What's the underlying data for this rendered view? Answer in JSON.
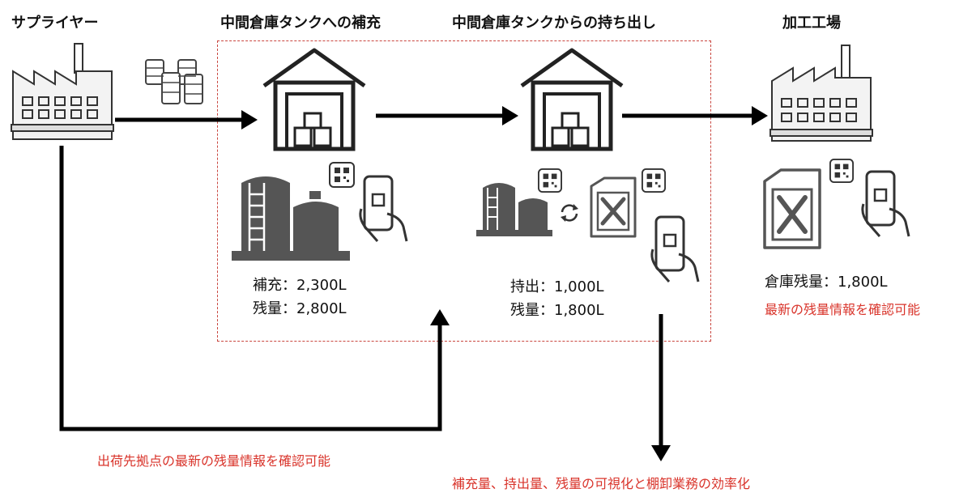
{
  "nodes": {
    "supplier": {
      "title": "サプライヤー"
    },
    "replenish": {
      "title": "中間倉庫タンクへの補充",
      "line1": "補充：2,300L",
      "line2": "残量：2,800L"
    },
    "takeout": {
      "title": "中間倉庫タンクからの持ち出し",
      "line1": "持出：1,000L",
      "line2": "残量：1,800L"
    },
    "factory": {
      "title": "加工工場",
      "line1": "倉庫残量：1,800L",
      "note": "最新の残量情報を確認可能"
    }
  },
  "notes": {
    "supplier_feedback": "出荷先拠点の最新の残量情報を確認可能",
    "visualization": "補充量、持出量、残量の可視化と棚卸業務の効率化"
  },
  "colors": {
    "accent": "#d9342b",
    "icon": "#555555",
    "arrow": "#000000"
  }
}
